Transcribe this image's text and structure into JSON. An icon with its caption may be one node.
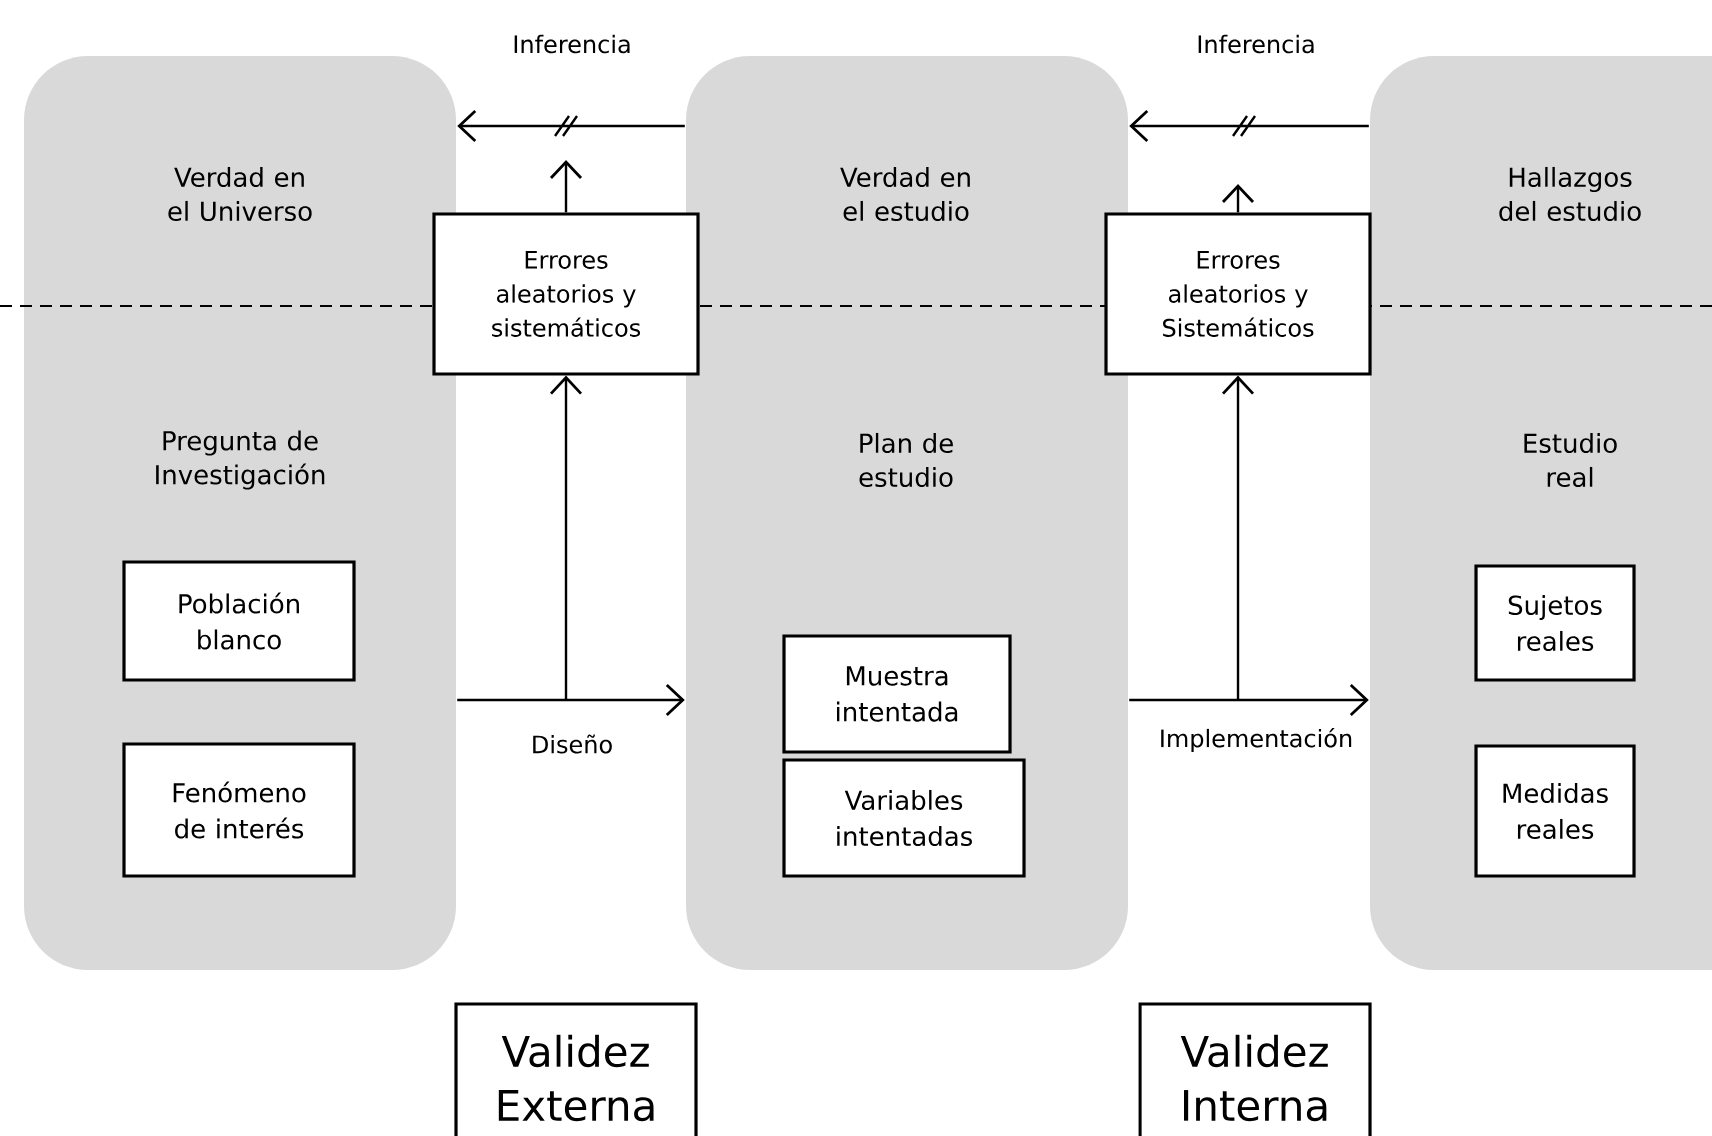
{
  "diagram": {
    "nodes": [
      {
        "text": [
          "Verdad en el Universo",
          "Pregunta de Investigación"
        ]
      },
      {
        "text": [
          "Población blanco"
        ],
        "in": 0
      },
      {
        "text": [
          "Fenómeno de interés"
        ],
        "in": 0
      },
      {
        "text": [
          "Verdad en el estudio",
          "Plan de estudio"
        ]
      },
      {
        "text": [
          "Muestra intentada"
        ],
        "in": 3
      },
      {
        "text": [
          "Variables intentadas"
        ],
        "in": 3
      },
      {
        "text": [
          "Hallazgos del estudio",
          "Estudio real"
        ]
      },
      {
        "text": [
          "Sujetos reales"
        ],
        "in": 6
      },
      {
        "text": [
          "Medidas reales"
        ],
        "in": 6
      },
      {
        "text": [
          "Errores aleatorios y sistemáticos"
        ]
      },
      {
        "text": [
          "Errores aleatorios y Sistemáticos"
        ]
      },
      {
        "text": [
          "Validez Externa"
        ]
      },
      {
        "text": [
          "Validez Interna"
        ]
      }
    ],
    "edges": [
      {
        "from": 0,
        "to": 3,
        "arrow": "to",
        "label": "Diseño"
      },
      {
        "from": null,
        "to": 9,
        "arrow": "to"
      },
      {
        "from": 9,
        "to": null,
        "arrow": "to"
      },
      {
        "from": 3,
        "to": 0,
        "arrow": "to",
        "label": "Inferencia"
      },
      {
        "from": 3,
        "to": 6,
        "arrow": "to",
        "label": "Implementación"
      },
      {
        "from": null,
        "to": 10,
        "arrow": "to"
      },
      {
        "from": 10,
        "to": null,
        "arrow": "to"
      },
      {
        "from": 6,
        "to": 3,
        "arrow": "to",
        "label": "Inferencia"
      }
    ]
  }
}
